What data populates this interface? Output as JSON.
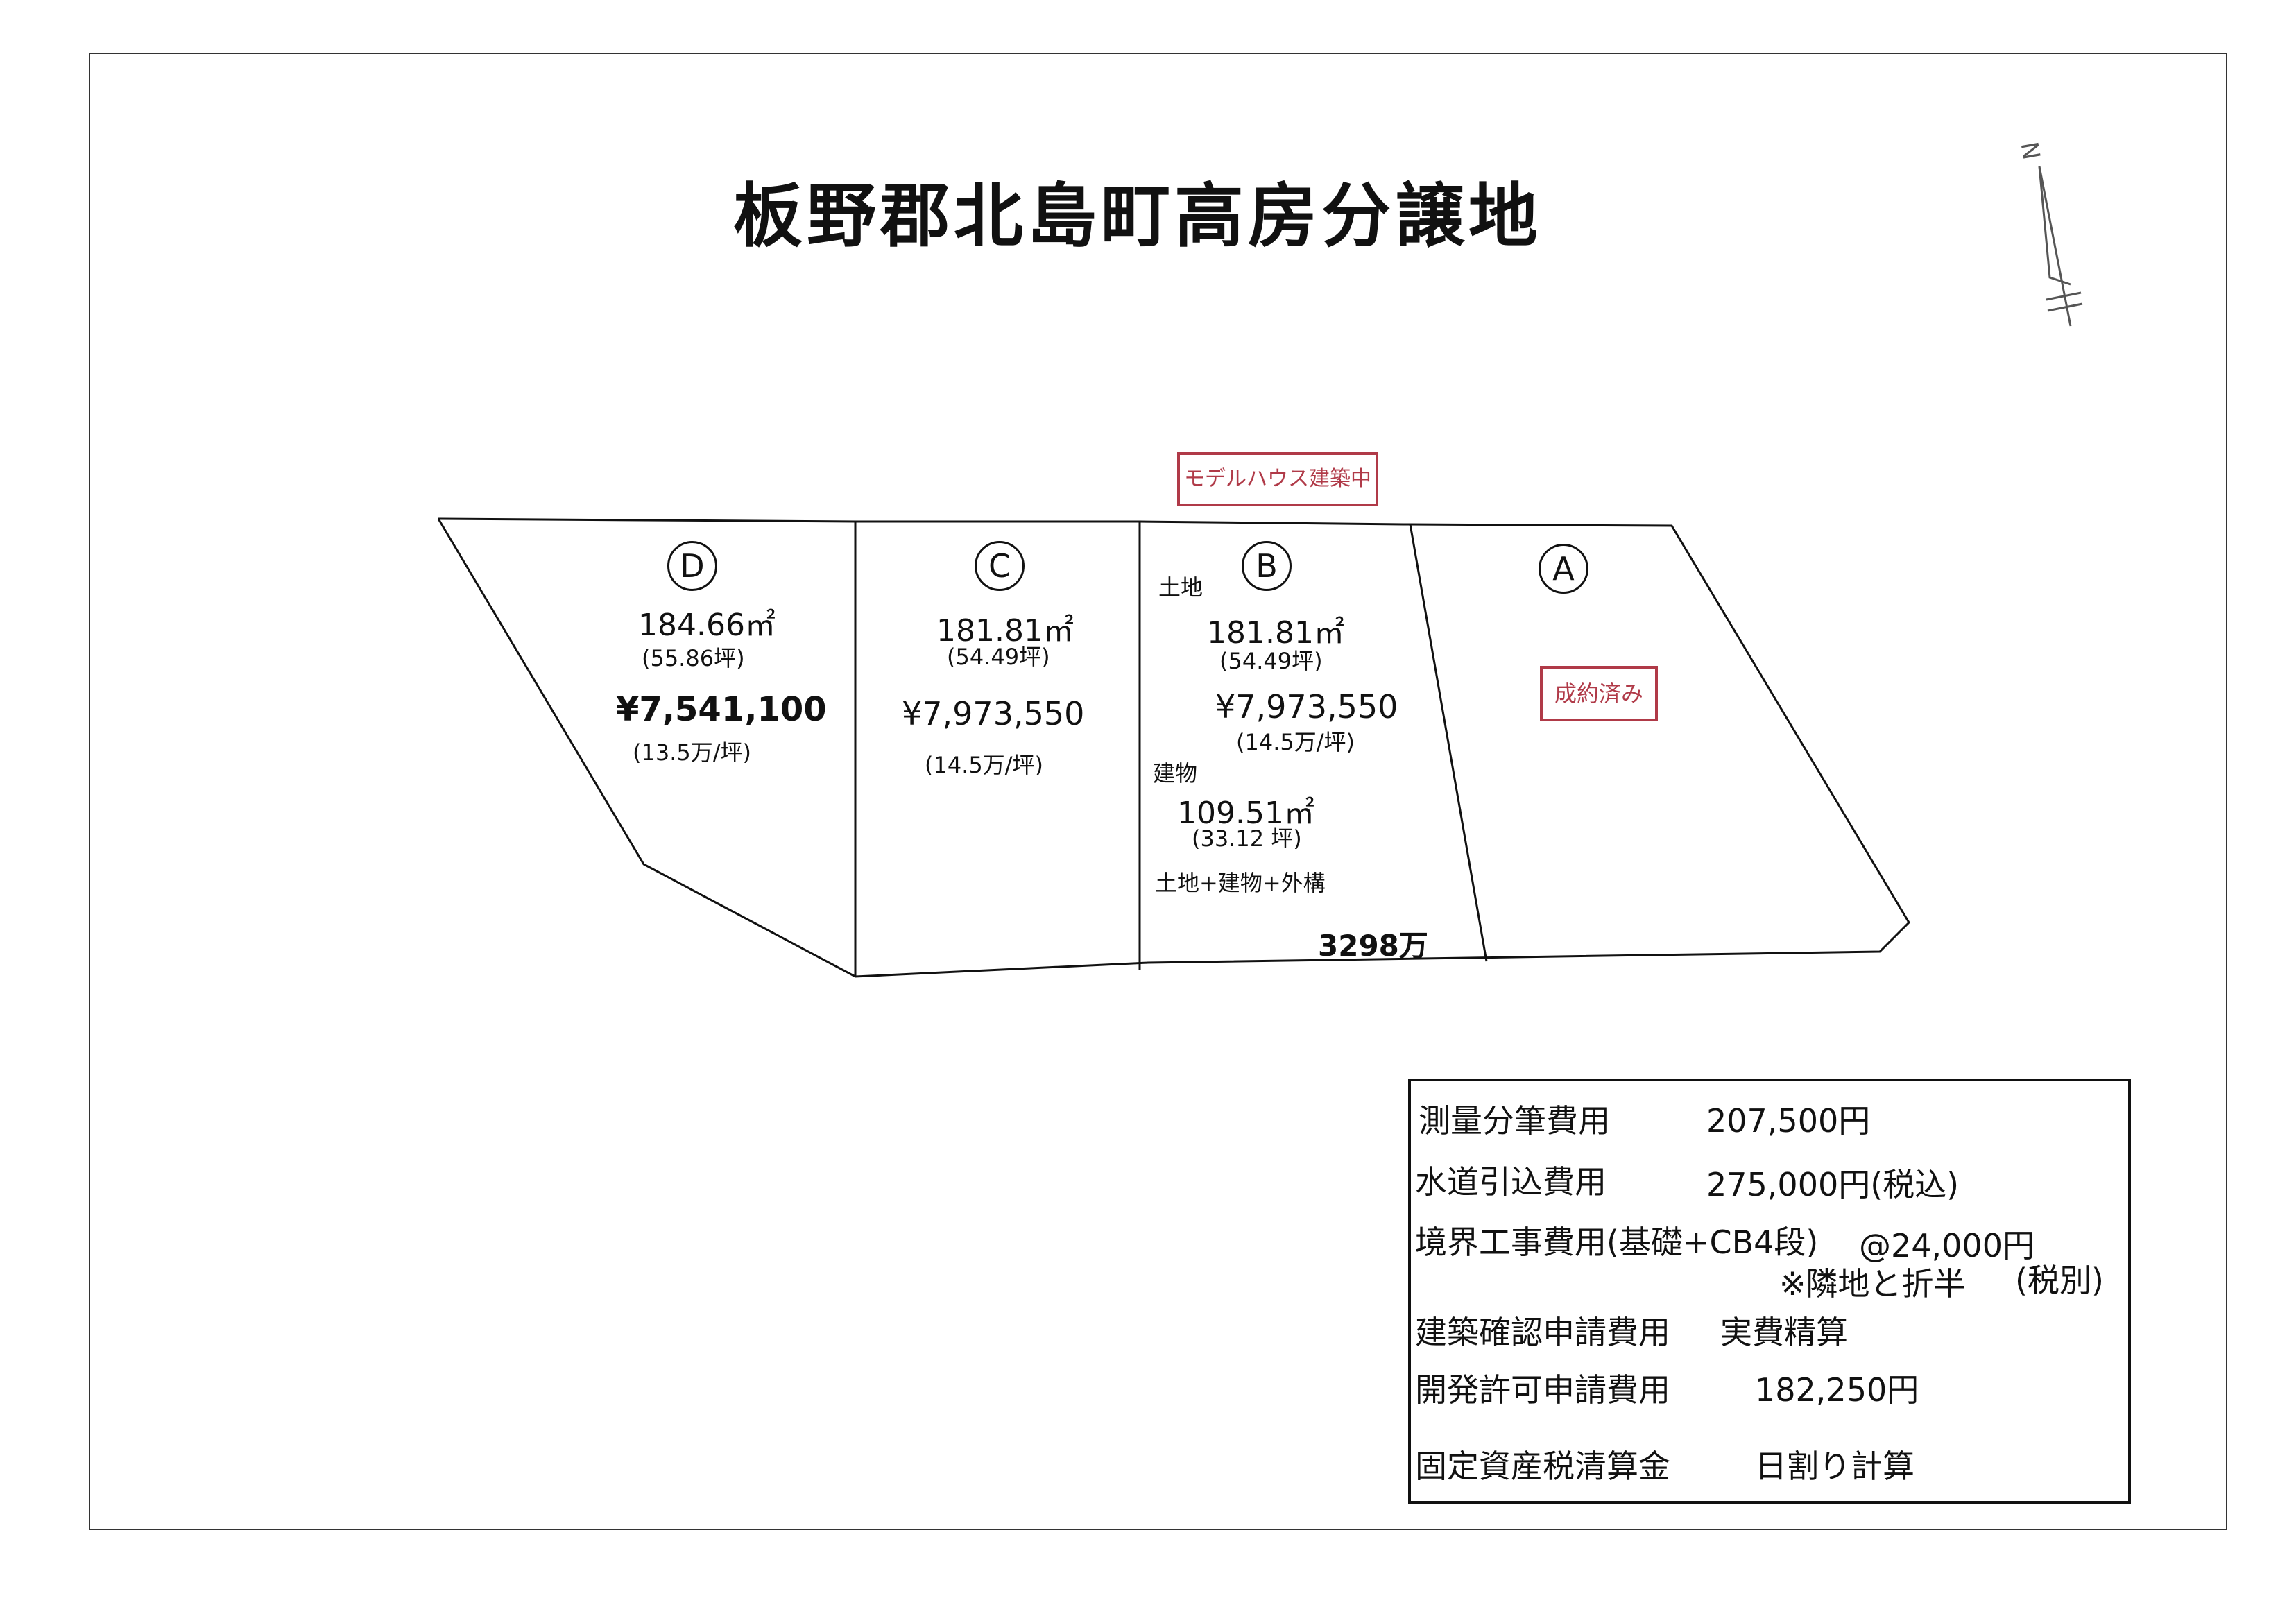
{
  "title": "板野郡北島町高房分譲地",
  "lots": {
    "D": {
      "letter": "D",
      "area": "184.66㎡",
      "tsubo": "(55.86坪)",
      "price": "¥7,541,100",
      "unit_price": "(13.5万/坪)"
    },
    "C": {
      "letter": "C",
      "area": "181.81㎡",
      "tsubo": "(54.49坪)",
      "price": "¥7,973,550",
      "unit_price": "(14.5万/坪)"
    },
    "B": {
      "letter": "B",
      "land_label": "土地",
      "area": "181.81㎡",
      "tsubo": "(54.49坪)",
      "price": "¥7,973,550",
      "unit_price": "(14.5万/坪)",
      "building_label": "建物",
      "building_area": "109.51㎡",
      "building_tsubo": "(33.12 坪)",
      "package_label": "土地+建物+外構",
      "package_price": "3298万"
    },
    "A": {
      "letter": "A",
      "status": "成約済み"
    }
  },
  "model_house_badge": "モデルハウス建築中",
  "costs": [
    {
      "label": "測量分筆費用",
      "value": "207,500円"
    },
    {
      "label": "水道引込費用",
      "value": "275,000円(税込)"
    },
    {
      "label": "境界工事費用(基礎+CB4段)",
      "value": "@24,000円"
    },
    {
      "note": "※隣地と折半",
      "tax": "(税別)"
    },
    {
      "label": "建築確認申請費用",
      "value": "実費精算"
    },
    {
      "label": "開発許可申請費用",
      "value": "182,250円"
    },
    {
      "label": "固定資産税清算金",
      "value": "日割り計算"
    }
  ],
  "north_arrow": {
    "label": "N"
  },
  "colors": {
    "stamp_red": "#b03a48",
    "ink": "#111111"
  }
}
